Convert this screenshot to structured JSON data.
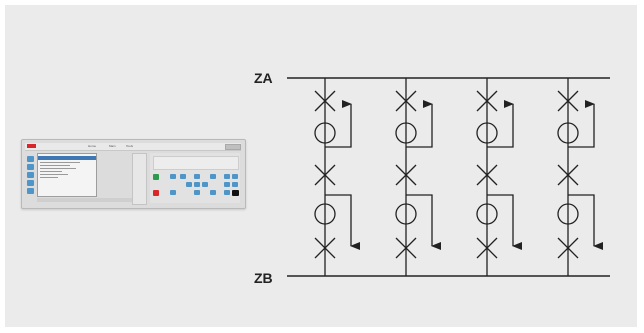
{
  "diagram": {
    "bus_top_label": "ZA",
    "bus_bottom_label": "ZB",
    "bays": 4
  },
  "device": {
    "brand_color": "#d8262c",
    "key_color": "#4f95c8",
    "menu_items": [
      "Home",
      "Main",
      "Tools"
    ]
  },
  "colors": {
    "background": "#ebebeb",
    "line": "#222222"
  }
}
